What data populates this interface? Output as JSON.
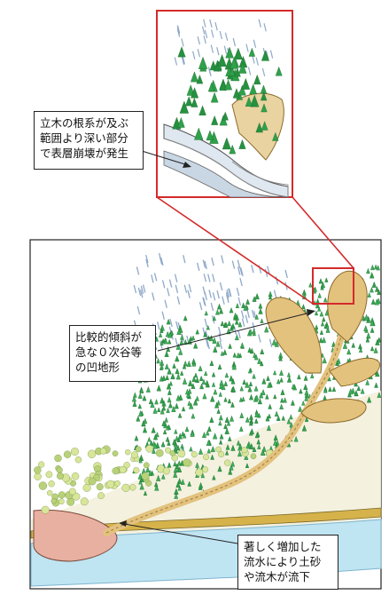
{
  "callouts": {
    "top": "立木の根系が及ぶ\n範囲より深い部分\nで表層崩壊が発生",
    "middle": "比較的傾斜が\n急な０次谷等\nの凹地形",
    "bottom": "著しく増加した\n流水により土砂\nや流木が流下"
  },
  "colors": {
    "highlight_frame": "#d42a2a",
    "forest": "#2fa14a",
    "slide_deposit": "#e3c27e",
    "water": "#bfe4f2",
    "rain": "#8fa9c8"
  }
}
